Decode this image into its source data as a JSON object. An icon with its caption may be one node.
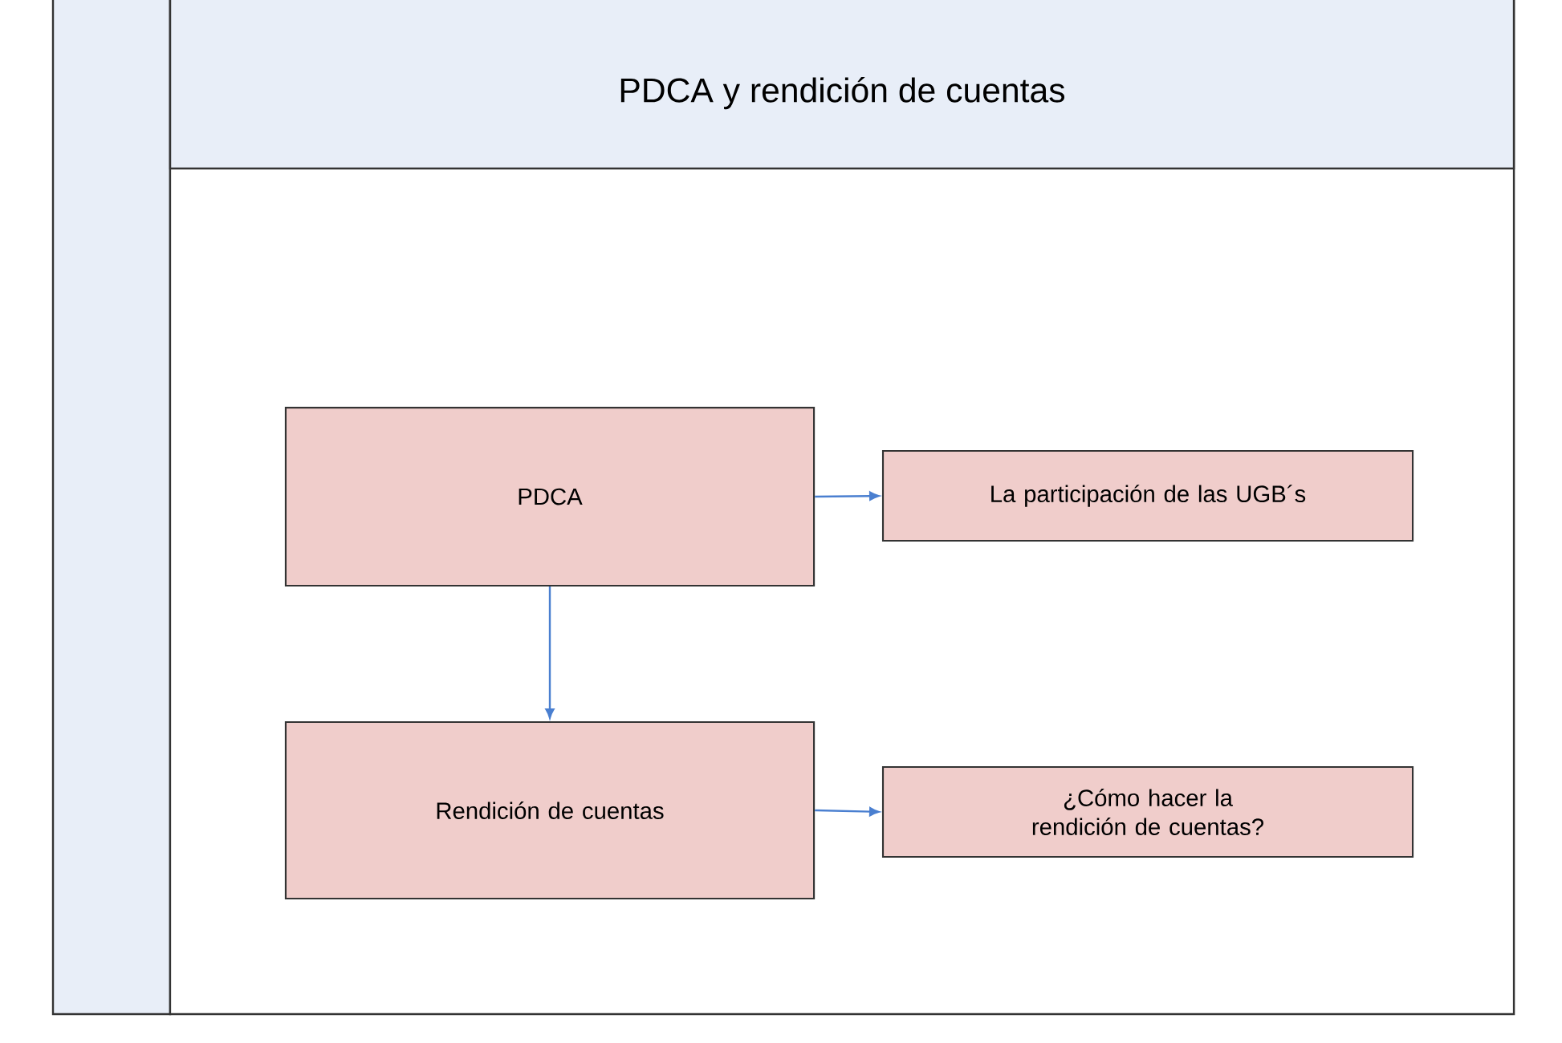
{
  "diagram": {
    "nodes": [
      {
        "text": [
          "PDCA y rendición de cuentas"
        ]
      },
      {
        "text": [
          "PDCA"
        ],
        "in": 0
      },
      {
        "text": [
          "La participación de las UGB´s"
        ],
        "in": 0
      },
      {
        "text": [
          "Rendición de cuentas"
        ],
        "in": 0
      },
      {
        "text": [
          "¿Cómo hacer la rendición de cuentas?"
        ],
        "in": 0
      }
    ],
    "edges": [
      {
        "from": 1,
        "to": 2,
        "arrow": "to"
      },
      {
        "from": 1,
        "to": 3,
        "arrow": "to"
      },
      {
        "from": 3,
        "to": 4,
        "arrow": "to"
      }
    ]
  }
}
